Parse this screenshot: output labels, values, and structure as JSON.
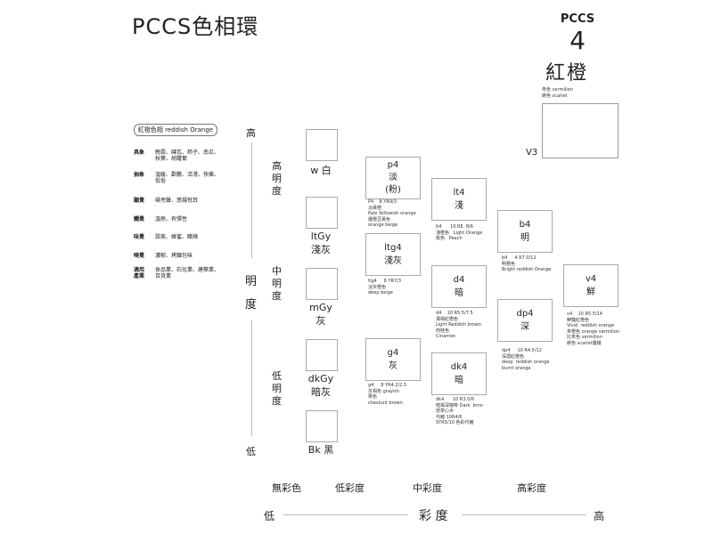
{
  "title": "PCCS色相環",
  "pccs": {
    "label": "PCCS",
    "number": "4",
    "name": "紅橙",
    "names_small": "朱色 vermilion\n緋色 scarlet"
  },
  "v3": {
    "label": "V3"
  },
  "hue_tag": "紅橙色相 reddish Orange",
  "attributes": [
    {
      "key": "具象",
      "value": "晚霞、磚瓦、柿子、南瓜、\n秋葉、胡蘿蔔"
    },
    {
      "key": "抽象",
      "value": "溫暖、歡騰、活潑、快樂、\n低俗"
    },
    {
      "key": "聽覺",
      "value": "噪亮聲、悠揚悅耳"
    },
    {
      "key": "觸覺",
      "value": "溫熱、有彈性"
    },
    {
      "key": "味覺",
      "value": "甜美、蜂蜜、醋辣"
    },
    {
      "key": "嗅覺",
      "value": "濃郁、烤麵包味"
    },
    {
      "key": "適用\n產業",
      "value": "食品業、石化業、建築業、\n百貨業"
    }
  ],
  "lightness_axis": {
    "high": "高",
    "low": "低",
    "label": "明\n度",
    "high_group": "高\n明\n度",
    "mid_group": "中\n明\n度",
    "low_group": "低\n明\n度"
  },
  "grays": [
    {
      "code": "w 白"
    },
    {
      "code": "ltGy\n淺灰"
    },
    {
      "code": "mGy\n灰"
    },
    {
      "code": "dkGy\n暗灰"
    },
    {
      "code": "Bk 黑"
    }
  ],
  "tones": {
    "p4": {
      "label": "p4\n淡\n(粉)",
      "desc": "P4    8.YR9/3\n淡黃橙\nPale Yellowish orange\n優橙豆黃色\norange beige"
    },
    "lt4": {
      "label": "lt4\n淺",
      "desc": "lt4      10 RE. 8/6\n淺橙色   Light Orange\n桃色   Peach"
    },
    "ltg4": {
      "label": "ltg4\n淺灰",
      "desc": "ltg4     8 YR7/3\n淡灰橙色\ndeep beige"
    },
    "b4": {
      "label": "b4\n明",
      "desc": "b4     4 R7.0/12\n明橙色\nBright reddish Orange"
    },
    "d4": {
      "label": "d4\n暗",
      "desc": "d4    10 R5.5/7.5\n濁褐紅橙色\nLight Reddish brown\n肉桂色\nCinamon"
    },
    "v4": {
      "label": "v4\n鮮",
      "desc": "v4    10 R5.5/14\n鮮豔紅橙色\nVivid  reddish orange\n朱橙色 orange vermilion\n比朱色 vermilion\n緋色 scarlet優鐵"
    },
    "dp4": {
      "label": "dp4\n深",
      "desc": "dp4     10 R4.5/12\n深濃紅橙色\ndeep  reddish orange\nburnt orange"
    },
    "g4": {
      "label": "g4\n灰",
      "desc": "g4     8 YR4.2/2.5\n灰褐色 grayish\n栗色\nchestunt brown"
    },
    "dk4": {
      "label": "dk4\n暗",
      "desc": "dk4      10 R3.0/6\n暗褐深咖啡 Dark  brnn\n焙茶心木\n代赭 10R4/6\nSYR5/10 色彩代赭"
    }
  },
  "chroma_labels": [
    "無彩色",
    "低彩度",
    "中彩度",
    "高彩度"
  ],
  "chroma_axis": {
    "low": "低",
    "label": "彩 度",
    "high": "高"
  }
}
